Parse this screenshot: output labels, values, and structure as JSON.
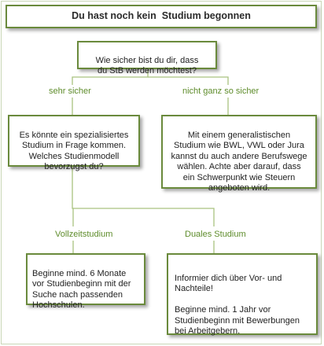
{
  "title": "Du hast noch kein  Studium begonnen",
  "question": "Wie sicher bist du dir, dass\ndu StB werden möchtest?",
  "branches": {
    "left_label": "sehr sicher",
    "right_label": "nicht ganz so sicher"
  },
  "left_box": "Es könnte ein spezialisiertes\nStudium in Frage kommen.\nWelches Studienmodell\nbevorzugst du?",
  "right_box": "Mit einem generalistischen\nStudium wie BWL, VWL  oder Jura\nkannst du auch andere Berufswege\nwählen. Achte aber darauf, dass\nein Schwerpunkt wie Steuern\nangeboten wird.",
  "sub_branches": {
    "left_label": "Vollzeitstudium",
    "right_label": "Duales Studium"
  },
  "bottom_left_box": "Beginne mind. 6 Monate\nvor Studienbeginn mit der\nSuche nach passenden\nHochschulen.",
  "bottom_right_box": "Informier dich über Vor- und\nNachteile!\n\nBeginne mind. 1 Jahr vor\nStudienbeginn mit Bewerbungen\nbei Arbeitgebern."
}
